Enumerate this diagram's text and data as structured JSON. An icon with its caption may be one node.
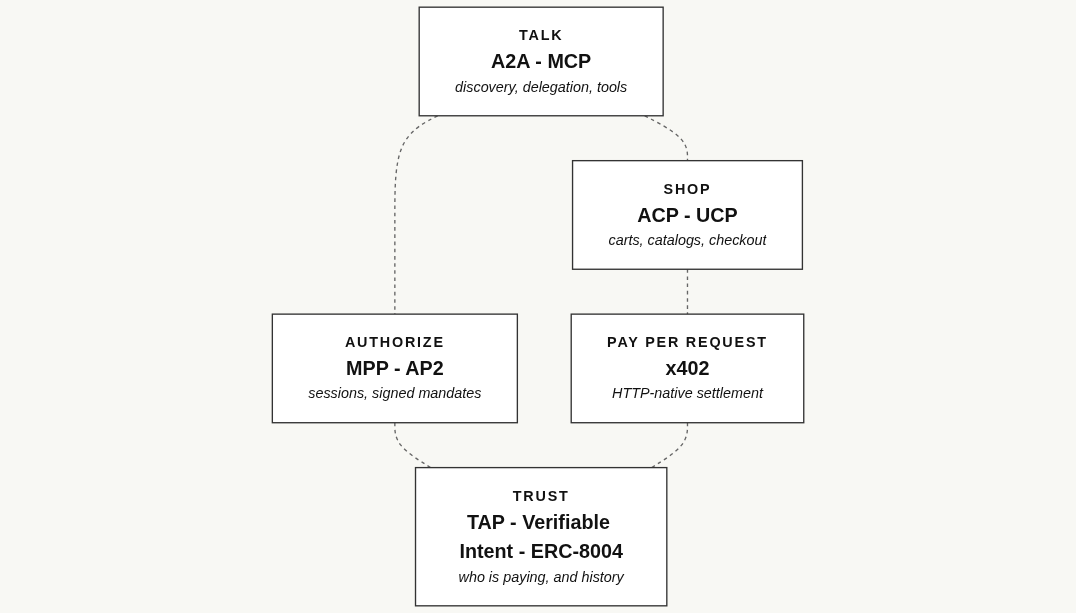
{
  "diagram": {
    "nodes": [
      {
        "text": [
          "TALK",
          "A2A - MCP",
          "discovery, delegation, tools"
        ]
      },
      {
        "text": [
          "SHOP",
          "ACP - UCP",
          "carts, catalogs, checkout"
        ]
      },
      {
        "text": [
          "AUTHORIZE",
          "MPP - AP2",
          "sessions, signed mandates"
        ]
      },
      {
        "text": [
          "PAY PER REQUEST",
          "x402",
          "HTTP-native settlement"
        ]
      },
      {
        "text": [
          "TRUST",
          "TAP - Verifiable Intent - ERC-8004",
          "who is paying, and history"
        ]
      }
    ],
    "edges": [
      {
        "from": 0,
        "to": 1,
        "arrow": "none",
        "style": "dashed"
      },
      {
        "from": 0,
        "to": 2,
        "arrow": "none",
        "style": "dashed"
      },
      {
        "from": 1,
        "to": 3,
        "arrow": "none",
        "style": "dashed"
      },
      {
        "from": 2,
        "to": 4,
        "arrow": "none",
        "style": "dashed"
      },
      {
        "from": 3,
        "to": 4,
        "arrow": "none",
        "style": "dashed"
      }
    ]
  }
}
